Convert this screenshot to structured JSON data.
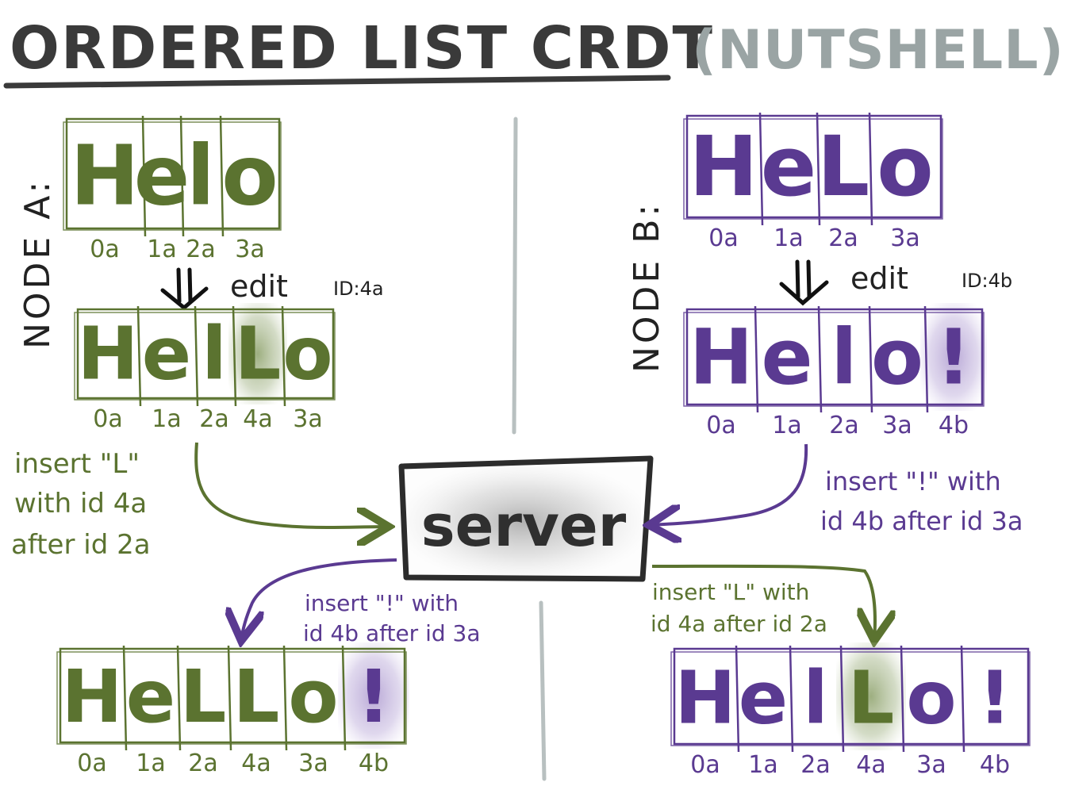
{
  "title": {
    "main": "ORDERED LIST CRDT",
    "sub": "(NUTSHELL)"
  },
  "colors": {
    "green": "#5b7330",
    "purple": "#5a3a91",
    "dark": "#3a3a3a",
    "grey": "#9aa4a4",
    "divider": "#b8c0c0"
  },
  "node_a": {
    "label": "NODE A:",
    "before": {
      "cells": [
        "H",
        "e",
        "l",
        "o"
      ],
      "ids": [
        "0a",
        "1a",
        "2a",
        "3a"
      ]
    },
    "edit_label": "edit",
    "edit_id": "ID:4a",
    "after": {
      "cells": [
        "H",
        "e",
        "l",
        "L",
        "o"
      ],
      "ids": [
        "0a",
        "1a",
        "2a",
        "4a",
        "3a"
      ]
    },
    "note": [
      "insert \"L\"",
      "with id 4a",
      "after id 2a"
    ]
  },
  "node_b": {
    "label": "NODE B:",
    "before": {
      "cells": [
        "H",
        "e",
        "L",
        "o"
      ],
      "ids": [
        "0a",
        "1a",
        "2a",
        "3a"
      ]
    },
    "edit_label": "edit",
    "edit_id": "ID:4b",
    "after": {
      "cells": [
        "H",
        "e",
        "l",
        "o",
        "!"
      ],
      "ids": [
        "0a",
        "1a",
        "2a",
        "3a",
        "4b"
      ]
    },
    "note": [
      "insert \"!\" with",
      "id 4b after id 3a"
    ]
  },
  "server": {
    "label": "server"
  },
  "result_a": {
    "note": [
      "insert \"!\" with",
      "id 4b after id 3a"
    ],
    "cells": [
      "H",
      "e",
      "L",
      "L",
      "o",
      "!"
    ],
    "ids": [
      "0a",
      "1a",
      "2a",
      "4a",
      "3a",
      "4b"
    ]
  },
  "result_b": {
    "note": [
      "insert \"L\" with",
      "id 4a after id 2a"
    ],
    "cells": [
      "H",
      "e",
      "l",
      "L",
      "o",
      "!"
    ],
    "ids": [
      "0a",
      "1a",
      "2a",
      "4a",
      "3a",
      "4b"
    ]
  }
}
